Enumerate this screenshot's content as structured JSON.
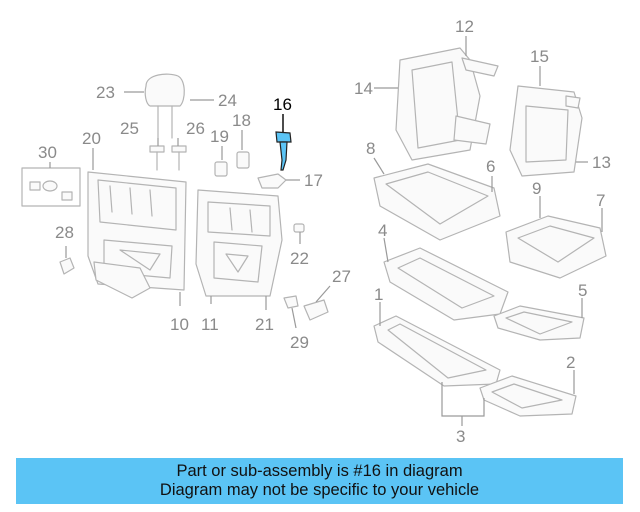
{
  "highlight_color": "#5bc4f5",
  "callouts": {
    "c1": "1",
    "c2": "2",
    "c3": "3",
    "c4": "4",
    "c5": "5",
    "c6": "6",
    "c7": "7",
    "c8": "8",
    "c9": "9",
    "c10": "10",
    "c11": "11",
    "c12": "12",
    "c13": "13",
    "c14": "14",
    "c15": "15",
    "c16": "16",
    "c17": "17",
    "c18": "18",
    "c19": "19",
    "c20": "20",
    "c21": "21",
    "c22": "22",
    "c23": "23",
    "c24": "24",
    "c25": "25",
    "c26": "26",
    "c27": "27",
    "c28": "28",
    "c29": "29",
    "c30": "30"
  },
  "banner": {
    "line1": "Part or sub-assembly is #16 in diagram",
    "line2": "Diagram may not be specific to your vehicle"
  }
}
